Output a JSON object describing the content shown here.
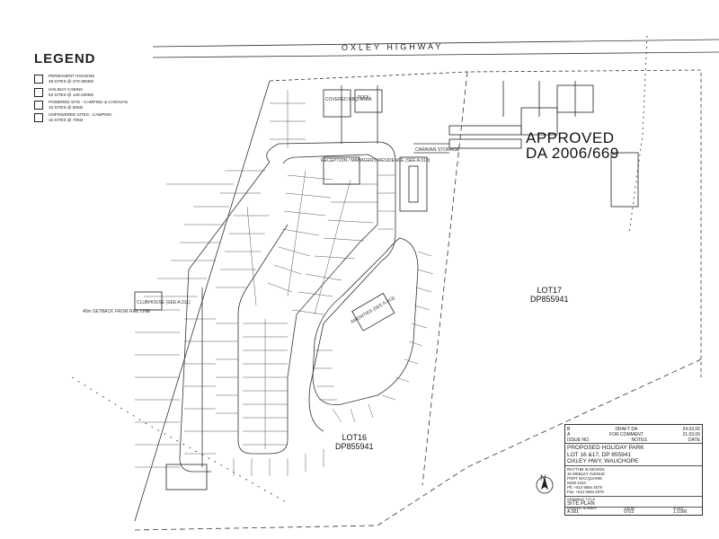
{
  "road": {
    "name": "OXLEY HIGHWAY"
  },
  "legend": {
    "title": "LEGEND",
    "items": [
      {
        "label": "PERMANENT HOUSING",
        "sub": "28 sites @ 270-300m2"
      },
      {
        "label": "HOLIDAY CABINS",
        "sub": "53 sites @ 140-230m2"
      },
      {
        "label": "POWERED SITE - CAMPING & CARAVAN",
        "sub": "15 sites @ 80m2"
      },
      {
        "label": "UNPOWERED SITES - CAMPING",
        "sub": "16 sites @ 70m2"
      }
    ]
  },
  "stamp": {
    "line1": "APPROVED",
    "line2": "DA 2006/669"
  },
  "labels": {
    "clubhouse": "CLUBHOUSE (SEE A.011)",
    "reception": "RECEPTION / MANAGERS RESIDENCE (SEE A.010)",
    "covered_bbq": "COVERED BBQ AREA",
    "pool": "POOL",
    "amenities": "AMENITIES (SEE A.013)",
    "setback": "40m SETBACK FROM RAIL LINE",
    "caravan": "CARAVAN STORAGE"
  },
  "lots": [
    {
      "name": "LOT17",
      "dp": "DP855941"
    },
    {
      "name": "LOT16",
      "dp": "DP855941"
    }
  ],
  "title_block": {
    "revisions": [
      {
        "rev": "B",
        "desc": "DRAFT DA",
        "date": "24.03.06"
      },
      {
        "rev": "A",
        "desc": "FOR COMMENT",
        "date": "21.03.06"
      },
      {
        "rev": "ISSUE NO.",
        "desc": "NOTES",
        "date": "DATE"
      }
    ],
    "project": [
      "PROPOSED HOLIDAY PARK",
      "LOT 16 &17, DP 855941",
      "OXLEY HWY, WAUCHOPE"
    ],
    "firm": [
      "RHYTHM IN DESIGN",
      "15 WEBLEY AVENUE",
      "PORT MACQUARIE",
      "NSW 2444",
      "Ph: +612 6584 4578",
      "Fax: +612 6584 2978"
    ],
    "drawing_title_label": "DRAWING TITLE",
    "drawing_title": "SITE PLAN",
    "drawing_number_label": "DRAWING NUMBER",
    "drawing_number": "A.001",
    "job_label": "JOB No.",
    "job": "0703",
    "scale_label": "SCALE",
    "scale": "1:1000",
    "north": "N"
  }
}
